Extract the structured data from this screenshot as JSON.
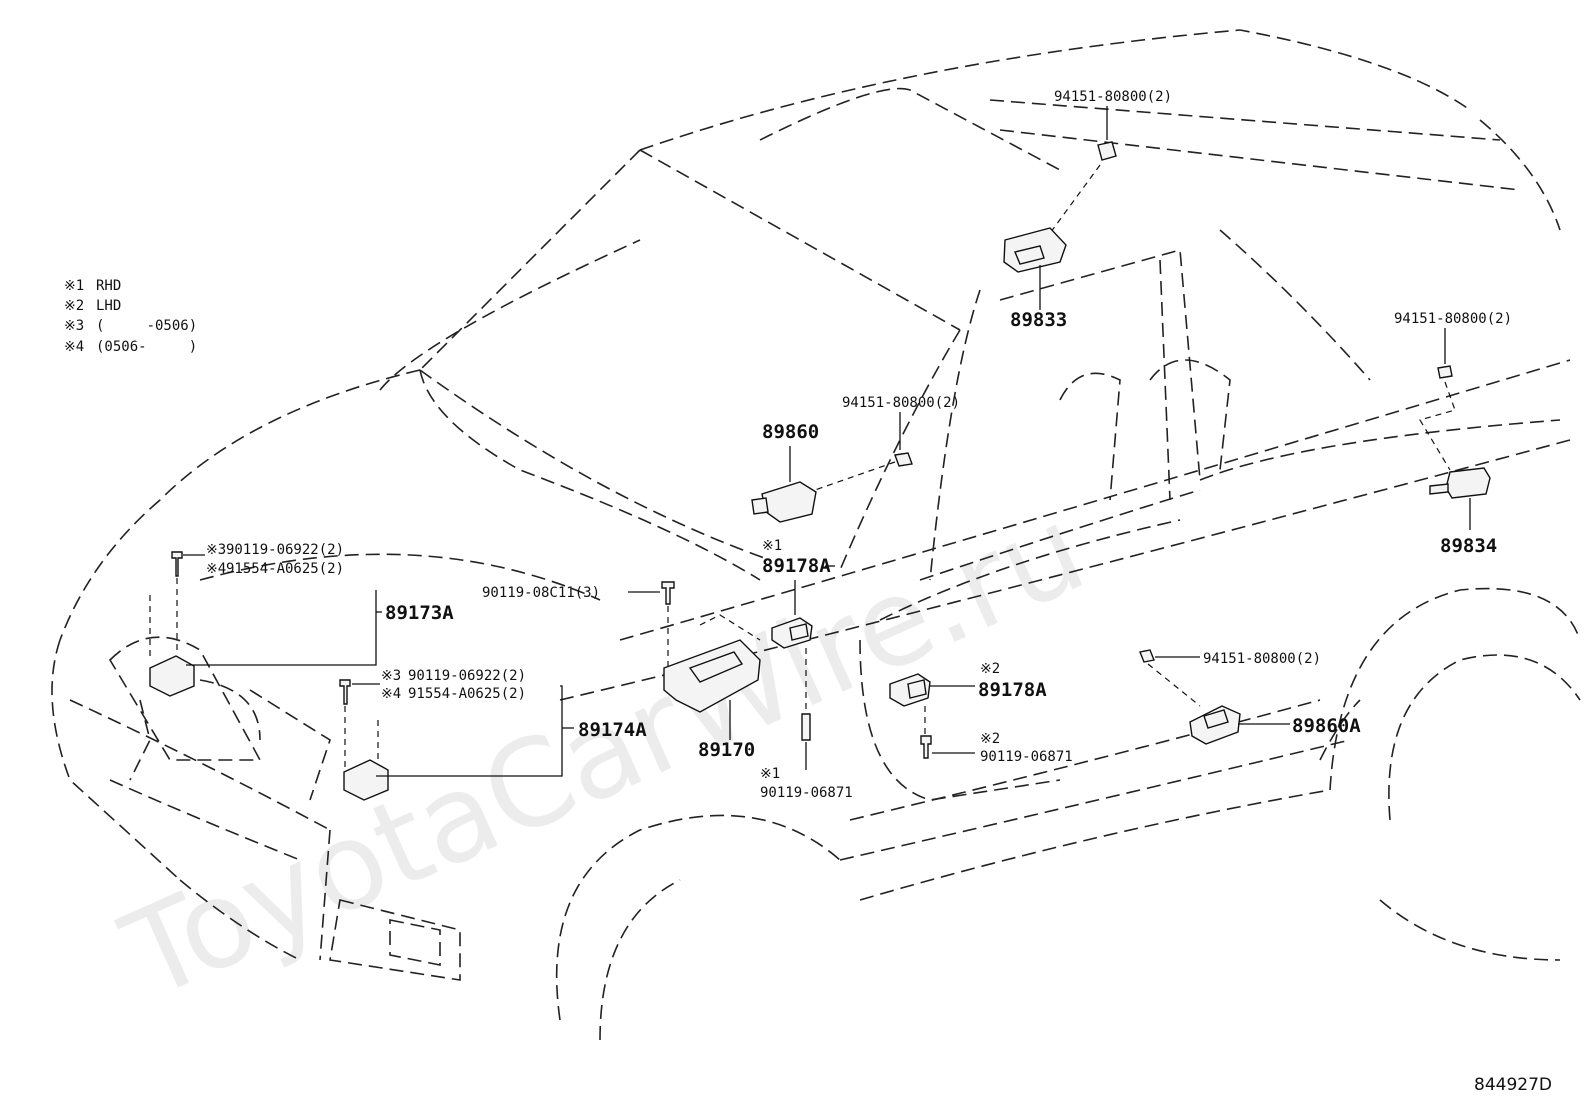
{
  "notes": [
    {
      "mark": "※1",
      "text": "RHD"
    },
    {
      "mark": "※2",
      "text": "LHD"
    },
    {
      "mark": "※3",
      "text": "(     -0506)"
    },
    {
      "mark": "※4",
      "text": "(0506-     )"
    }
  ],
  "watermark": "ToyotaCarWire.ru",
  "diagram_id": "844927D",
  "parts": {
    "p89833": "89833",
    "p89860": "89860",
    "p89834": "89834",
    "p89178A_rhd": "89178A",
    "p89178A_lhd": "89178A",
    "p89173A": "89173A",
    "p89174A": "89174A",
    "p89170": "89170",
    "p89860A": "89860A"
  },
  "fasteners": {
    "nut_top": "94151-80800(2)",
    "nut_right": "94151-80800(2)",
    "nut_center": "94151-80800(2)",
    "nut_lower": "94151-80800(2)",
    "bolt_89170": "90119-08C11(3)",
    "bolt_89173A_1": "90119-06922(2)",
    "bolt_89173A_2": "91554-A0625(2)",
    "bolt_89174A_1": "90119-06922(2)",
    "bolt_89174A_2": "91554-A0625(2)",
    "bolt_rhd": "90119-06871",
    "bolt_lhd": "90119-06871"
  },
  "marks": {
    "m1": "※1",
    "m2": "※2",
    "m3": "※3",
    "m4": "※4"
  }
}
